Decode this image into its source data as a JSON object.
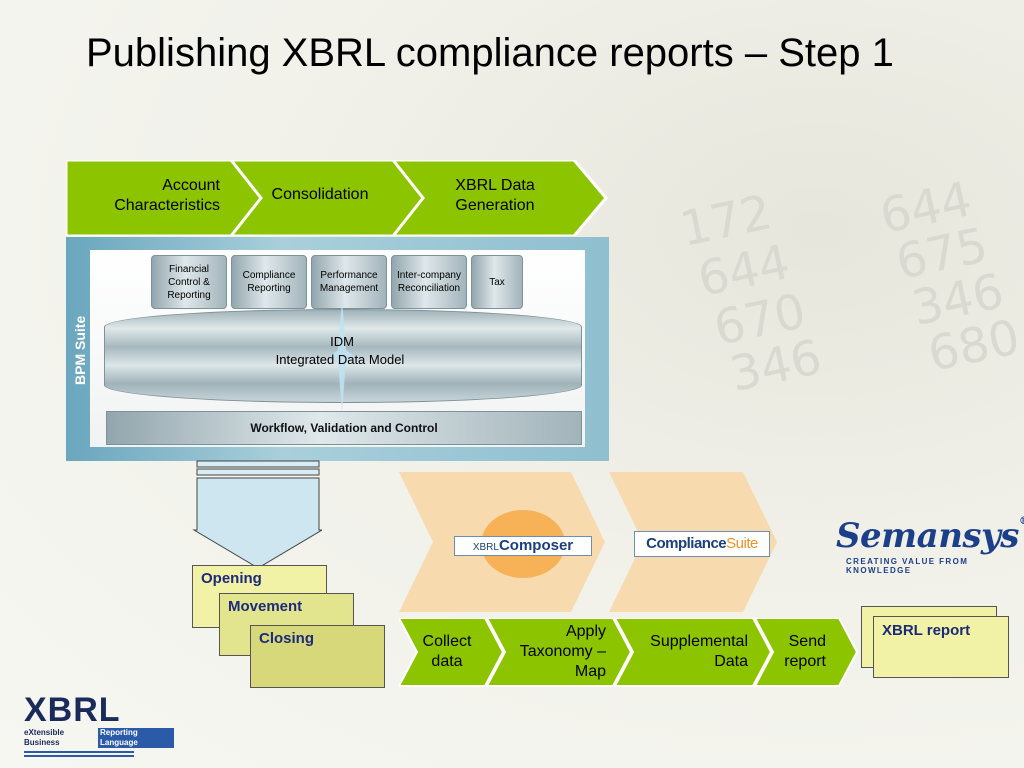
{
  "title": "Publishing XBRL compliance reports – Step 1",
  "top_chevrons": [
    "Account Characteristics",
    "Consolidation",
    "XBRL Data Generation"
  ],
  "bpm_suite": {
    "side_label": "BPM Suite",
    "modules": [
      "Financial Control & Reporting",
      "Compliance Reporting",
      "Performance Management",
      "Inter-company Reconciliation",
      "Tax"
    ],
    "idm_title": "IDM",
    "idm_subtitle": "Integrated Data Model",
    "workflow": "Workflow, Validation and Control"
  },
  "periods": [
    "Opening",
    "Movement",
    "Closing"
  ],
  "products": {
    "composer_prefix": "XBRL",
    "composer_name": "Composer",
    "compliance_name": "Compliance",
    "compliance_suffix": "Suite"
  },
  "bottom_chevrons": [
    "Collect data",
    "Apply Taxonomy – Map",
    "Supplemental Data",
    "Send report"
  ],
  "output": "XBRL report",
  "semansys": {
    "name": "Semansys",
    "reg": "®",
    "tagline": "CREATING VALUE FROM KNOWLEDGE"
  },
  "xbrl_logo": {
    "mark": "XBRL",
    "tagline_left": "eXtensible Business",
    "tagline_right": "Reporting Language"
  },
  "background_numbers": [
    "172",
    "644",
    "670",
    "346",
    "644",
    "675",
    "346",
    "680"
  ],
  "colors": {
    "chevron_green": "#8dc400",
    "panel_blue": "#6aa6bd",
    "note_yellow": "#f1f2a6",
    "composer_orange": "#f7a948",
    "semansys_blue": "#1c3f8a"
  }
}
